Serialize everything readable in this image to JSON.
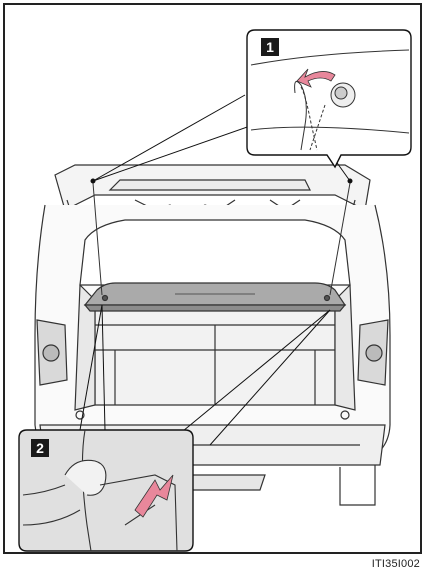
{
  "steps": [
    {
      "number": "1"
    },
    {
      "number": "2"
    }
  ],
  "figure_code": "ITI35I002",
  "colors": {
    "callout_arrow": "#e8879b",
    "callout_background": "#e0e0e0",
    "line_art": "#333333",
    "cover_fill": "#aaaaaa"
  },
  "icons": [
    "arrow-icon",
    "clip-icon"
  ]
}
